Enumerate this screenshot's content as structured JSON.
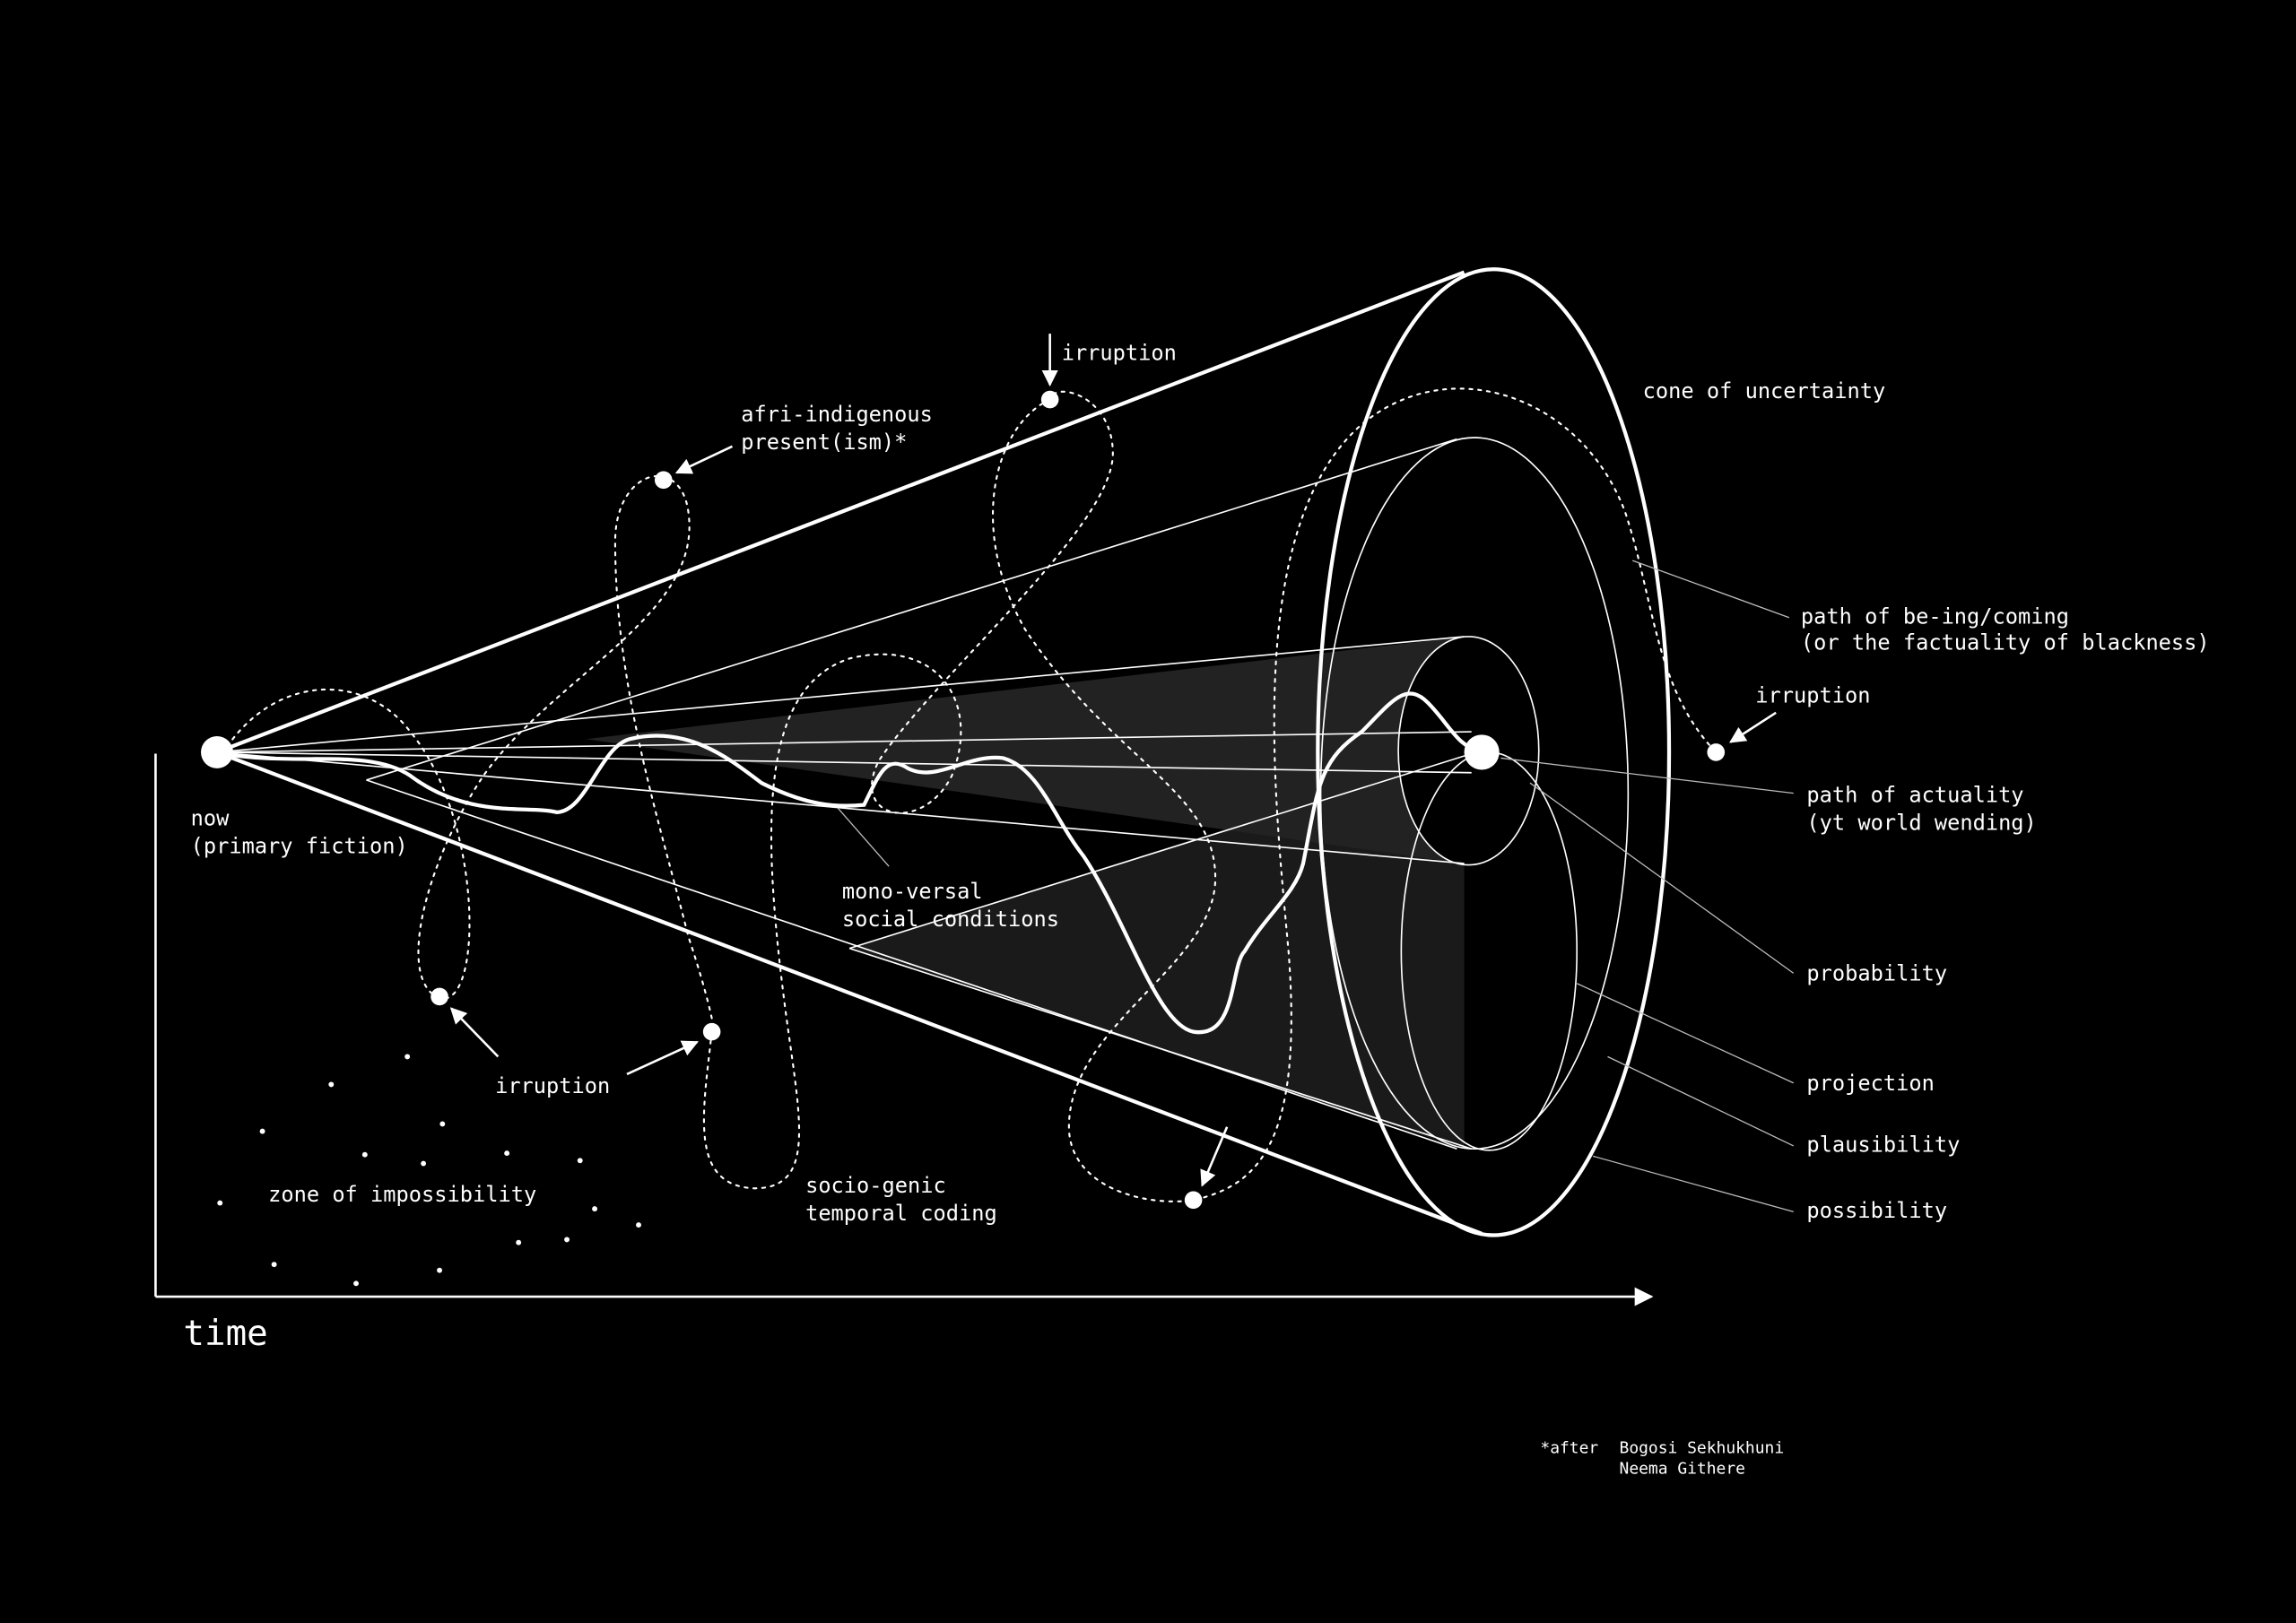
{
  "labels": {
    "now": "now",
    "primary_fiction": "(primary fiction)",
    "time": "time",
    "afri_1": "afri-indigenous",
    "afri_2": "present(ism)*",
    "irruption_top": "irruption",
    "cone_of_uncertainty": "cone of uncertainty",
    "path_being_1": "path of be-ing/coming",
    "path_being_2": "(or the factuality of blackness)",
    "irruption_right": "irruption",
    "path_actuality_1": "path of actuality",
    "path_actuality_2": "(yt world wending)",
    "probability": "probability",
    "projection": "projection",
    "plausibility": "plausibility",
    "possibility": "possibility",
    "mono_1": "mono-versal",
    "mono_2": "social conditions",
    "irruption_bottom_left": "irruption",
    "zone": "zone of impossibility",
    "socio_1": "socio-genic",
    "socio_2": "temporal coding"
  },
  "credit": {
    "prefix": "*after",
    "name_1": "Bogosi Sekhukhuni",
    "name_2": "Neema Githere"
  }
}
